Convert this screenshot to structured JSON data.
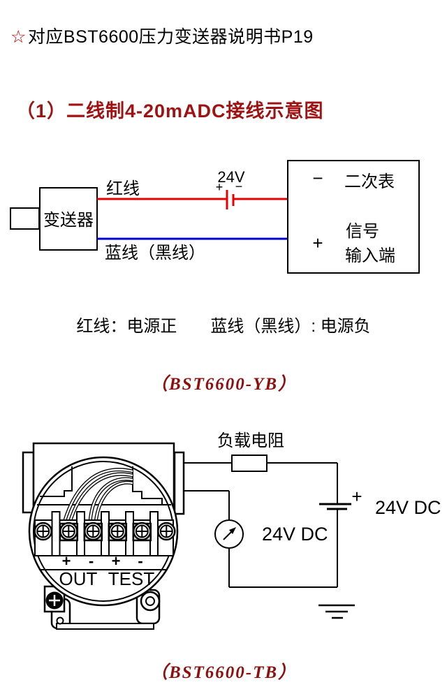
{
  "colors": {
    "red_wire": "#e80000",
    "blue_wire": "#0000cd",
    "heading_red": "#a01212",
    "model_red": "#8f0e0e",
    "star_red": "#c40000",
    "line_black": "#000000"
  },
  "header": {
    "star": "☆",
    "note": "对应BST6600压力变送器说明书P19"
  },
  "section1": {
    "title": "（1）二线制4-20mADC接线示意图",
    "diagram": {
      "transmitter": "变送器",
      "red_wire": "红线",
      "blue_wire": "蓝线（黑线）",
      "battery": {
        "voltage": "24V",
        "plus": "+",
        "minus": "−"
      },
      "meter_box": {
        "minus": "−",
        "title": "二次表",
        "plus": "+",
        "signal_line1": "信号",
        "signal_line2": "输入端"
      }
    },
    "legend": "红线：电源正　　蓝线（黑线）: 电源负",
    "model": "（BST6600-YB）"
  },
  "section2": {
    "diagram": {
      "load_resistor": "负载电阻",
      "battery_plus": "+",
      "supply_right": "24V DC",
      "supply_loop": "24V DC",
      "terminals": {
        "t1": "+",
        "t2": "-",
        "t3": "+",
        "t4": "-"
      },
      "out": "OUT",
      "test": "TEST"
    },
    "model": "（BST6600-TB）"
  }
}
